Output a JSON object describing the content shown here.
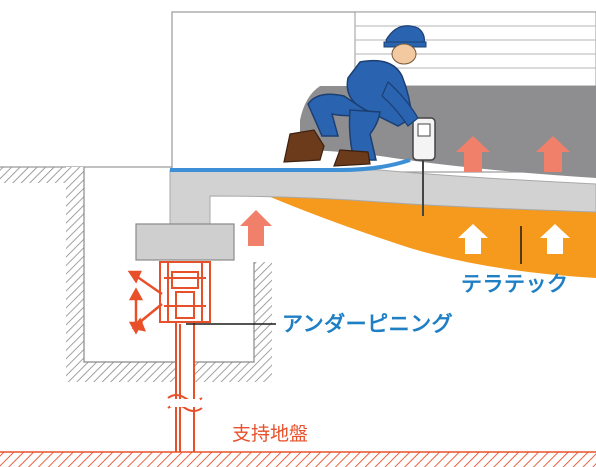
{
  "labels": {
    "terratech": "テラテック",
    "underpinning": "アンダーピニング",
    "bearing_ground": "支持地盤"
  },
  "colors": {
    "label_blue": "#1f7fc4",
    "pipe_red": "#e8502a",
    "arrow_salmon": "#f0806a",
    "injection_orange": "#f59a1d",
    "slab_gray": "#d2d2d2",
    "hatch_gray": "#8a8a8a",
    "worker_blue": "#2a64b0",
    "hose_blue": "#3d8fd6"
  },
  "icons": {
    "worker": "worker-kneeling-with-drill-icon",
    "up_arrow": "up-arrow-icon"
  }
}
